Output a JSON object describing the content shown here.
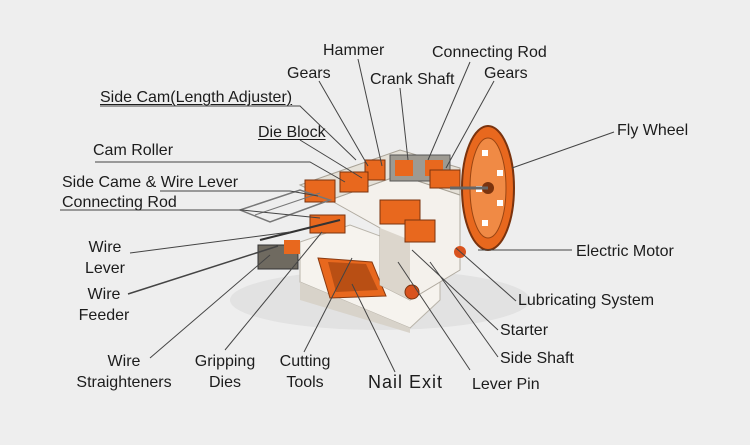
{
  "labels": {
    "hammer": "Hammer",
    "connecting_rod_top": "Connecting Rod",
    "gears_left": "Gears",
    "crank_shaft": "Crank Shaft",
    "gears_right": "Gears",
    "side_cam": "Side Cam(Length Adjuster)",
    "die_block": "Die Block",
    "fly_wheel": "Fly Wheel",
    "cam_roller": "Cam Roller",
    "side_came_wire_lever": "Side Came & Wire Lever",
    "connecting_rod_left": "Connecting Rod",
    "wire_lever_1": "Wire",
    "wire_lever_2": "Lever",
    "electric_motor": "Electric Motor",
    "wire_feeder_1": "Wire",
    "wire_feeder_2": "Feeder",
    "lubricating_system": "Lubricating System",
    "starter": "Starter",
    "side_shaft": "Side Shaft",
    "wire_straighteners_1": "Wire",
    "wire_straighteners_2": "Straighteners",
    "gripping_dies_1": "Gripping",
    "gripping_dies_2": "Dies",
    "cutting_tools_1": "Cutting",
    "cutting_tools_2": "Tools",
    "nail_exit": "Nail Exit",
    "lever_pin": "Lever Pin"
  },
  "colors": {
    "machine_orange": "#e8681e",
    "machine_body": "#f4f1ec",
    "line": "#444444",
    "background": "#eeeeee"
  }
}
